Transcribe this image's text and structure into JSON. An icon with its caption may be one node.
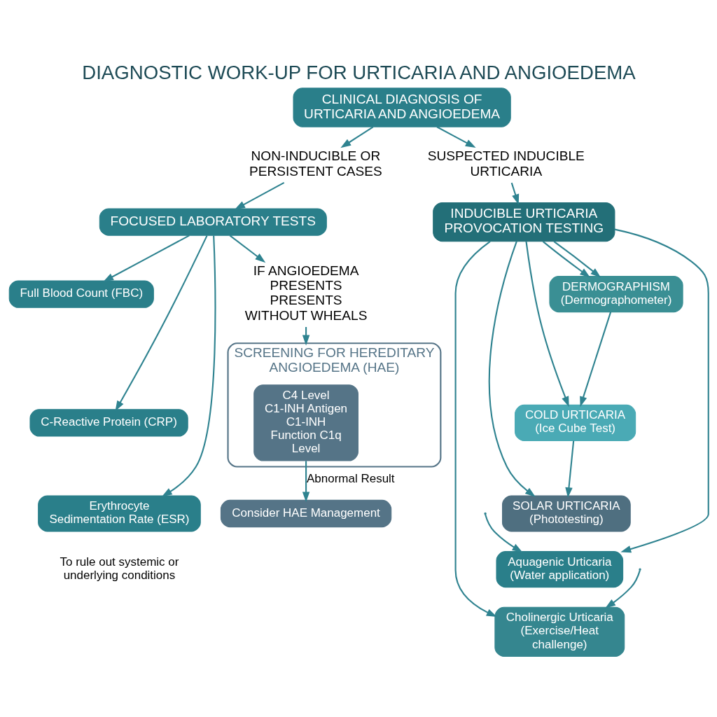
{
  "diagram": {
    "title": "DIAGNOSTIC WORK-UP FOR URTICARIA AND ANGIOEDEMA",
    "nodes": [
      {
        "text": [
          "CLINICAL DIAGNOSIS OF URTICARIA AND ANGIOEDEMA"
        ]
      },
      {
        "text": [
          "NON-INDUCIBLE OR PERSISTENT CASES"
        ]
      },
      {
        "text": [
          "SUSPECTED INDUCIBLE URTICARIA"
        ]
      },
      {
        "text": [
          "FOCUSED LABORATORY TESTS"
        ]
      },
      {
        "text": [
          "Full Blood Count (FBC)"
        ]
      },
      {
        "text": [
          "C-Reactive Protein (CRP)"
        ]
      },
      {
        "text": [
          "Erythrocyte Sedimentation Rate (ESR)"
        ]
      },
      {
        "text": [
          "IF ANGIOEDEMA PRESENTS PRESENTS WITHOUT WHEALS"
        ]
      },
      {
        "text": [
          "SCREENING FOR HEREDITARY ANGIOEDEMA (HAE)"
        ]
      },
      {
        "text": [
          "C4 Level C1-INH Antigen C1-INH Function C1q Level"
        ],
        "in": 8
      },
      {
        "text": [
          "Consider HAE Management"
        ]
      },
      {
        "text": [
          "INDUCIBLE URTICARIA PROVOCATION TESTING"
        ]
      },
      {
        "text": [
          "DERMOGRAPHISM",
          "(Dermographometer)"
        ]
      },
      {
        "text": [
          "COLD URTICARIA",
          "(Ice Cube Test)"
        ]
      },
      {
        "text": [
          "SOLAR URTICARIA",
          "(Phototesting)"
        ]
      },
      {
        "text": [
          "Aquagenic Urticaria",
          "(Water application)"
        ]
      },
      {
        "text": [
          "Cholinergic Urticaria",
          "(Exercise/Heat challenge)"
        ]
      }
    ],
    "edges": [
      {
        "from": 0,
        "to": 1,
        "arrow": "to"
      },
      {
        "from": 0,
        "to": 2,
        "arrow": "to"
      },
      {
        "from": 1,
        "to": 3,
        "arrow": "to"
      },
      {
        "from": 2,
        "to": 11,
        "arrow": "to"
      },
      {
        "from": 3,
        "to": 4,
        "arrow": "to"
      },
      {
        "from": 3,
        "to": 5,
        "arrow": "to"
      },
      {
        "from": 3,
        "to": 6,
        "arrow": "to"
      },
      {
        "from": 3,
        "to": 7,
        "arrow": "to"
      },
      {
        "from": 7,
        "to": 8,
        "arrow": "to"
      },
      {
        "from": 9,
        "to": 10,
        "arrow": "to",
        "label": "Abnormal Result"
      },
      {
        "from": 11,
        "to": 12,
        "arrow": "to"
      },
      {
        "from": 12,
        "to": 13,
        "arrow": "to"
      },
      {
        "from": 13,
        "to": 14,
        "arrow": "to"
      },
      {
        "from": 11,
        "to": 12,
        "arrow": "to"
      },
      {
        "from": 11,
        "to": 13,
        "arrow": "to"
      },
      {
        "from": 11,
        "to": 14,
        "arrow": "to"
      },
      {
        "from": 11,
        "to": 15,
        "arrow": "to"
      },
      {
        "from": 11,
        "to": 16,
        "arrow": "to"
      },
      {
        "from": null,
        "to": 15,
        "arrow": "to"
      },
      {
        "from": null,
        "to": 16,
        "arrow": "to"
      }
    ],
    "labels": [
      "To rule out systemic or underlying conditions"
    ]
  }
}
